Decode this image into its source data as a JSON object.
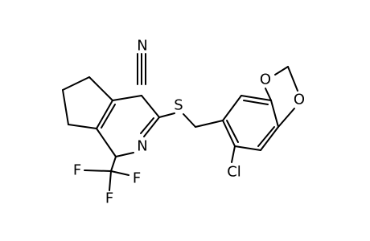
{
  "molecule": {
    "atom_labels": {
      "nitrile_n": "N",
      "ring_n": "N",
      "thioether_s": "S",
      "dioxole_o_top": "O",
      "dioxole_o_right": "O",
      "chlorine": "Cl",
      "fluorine_left": "F",
      "fluorine_right": "F",
      "fluorine_bottom": "F"
    }
  }
}
